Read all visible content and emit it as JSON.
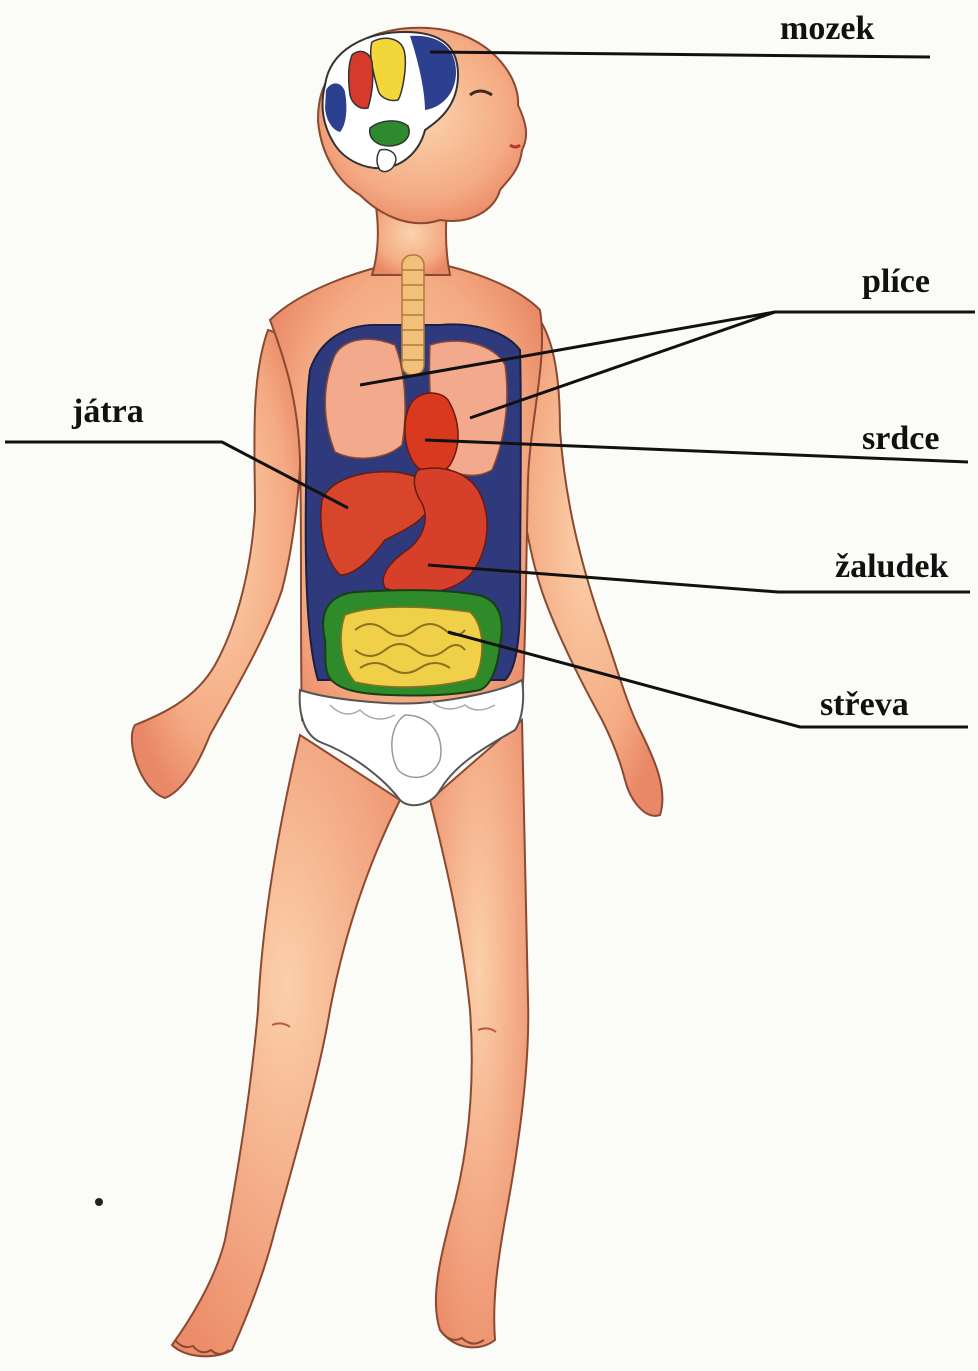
{
  "labels": {
    "brain": "mozek",
    "lungs": "plíce",
    "liver": "játra",
    "heart": "srdce",
    "stomach": "žaludek",
    "intestines": "střeva"
  },
  "colors": {
    "skin": "#f6b58c",
    "skin_shadow": "#ea8a66",
    "body_cavity": "#2f3a7c",
    "lungs": "#f2a98c",
    "heart": "#d9391f",
    "liver": "#d7452a",
    "stomach": "#d6402a",
    "large_intestine": "#2f8a2a",
    "small_intestine": "#f0d048",
    "brain_blue": "#2d3f8f",
    "brain_red": "#d63a2a",
    "brain_yellow": "#f3d63a",
    "brain_green": "#2e8a2e",
    "trachea": "#f1c07a",
    "underwear": "#ffffff",
    "leader_line": "#111111"
  }
}
